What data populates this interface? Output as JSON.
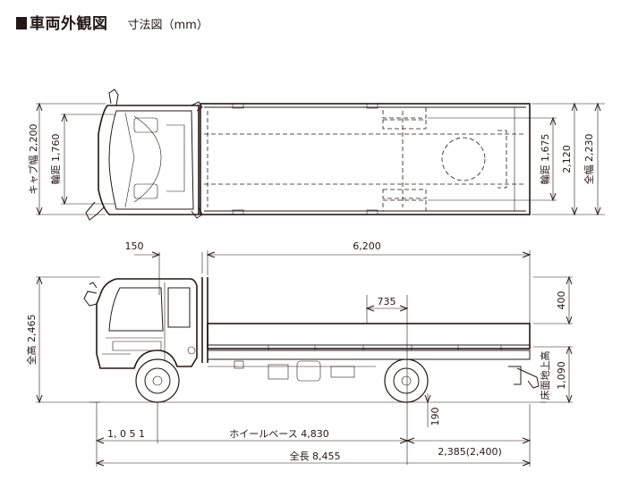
{
  "header": {
    "title": "車両外観図",
    "subtitle": "寸法図（mm）"
  },
  "top_view": {
    "cab_width_label": "キャブ幅 2,200",
    "front_tread_label": "輪距 1,760",
    "rear_tread_label": "輪距 1,675",
    "rear_dim_label": "2,120",
    "overall_width_label": "全幅 2,230"
  },
  "side_view": {
    "dim_150": "150",
    "dim_6200": "6,200",
    "dim_735": "735",
    "dim_400": "400",
    "overall_height_label": "全高 2,465",
    "floor_height_label": "床面地上高",
    "floor_height_value": "1,090",
    "ground_clearance": "190",
    "front_overhang": "1, 0 5 1",
    "wheelbase_label": "ホイールベース 4,830",
    "rear_overhang": "2,385(2,400)",
    "overall_length_label": "全長 8,455"
  }
}
